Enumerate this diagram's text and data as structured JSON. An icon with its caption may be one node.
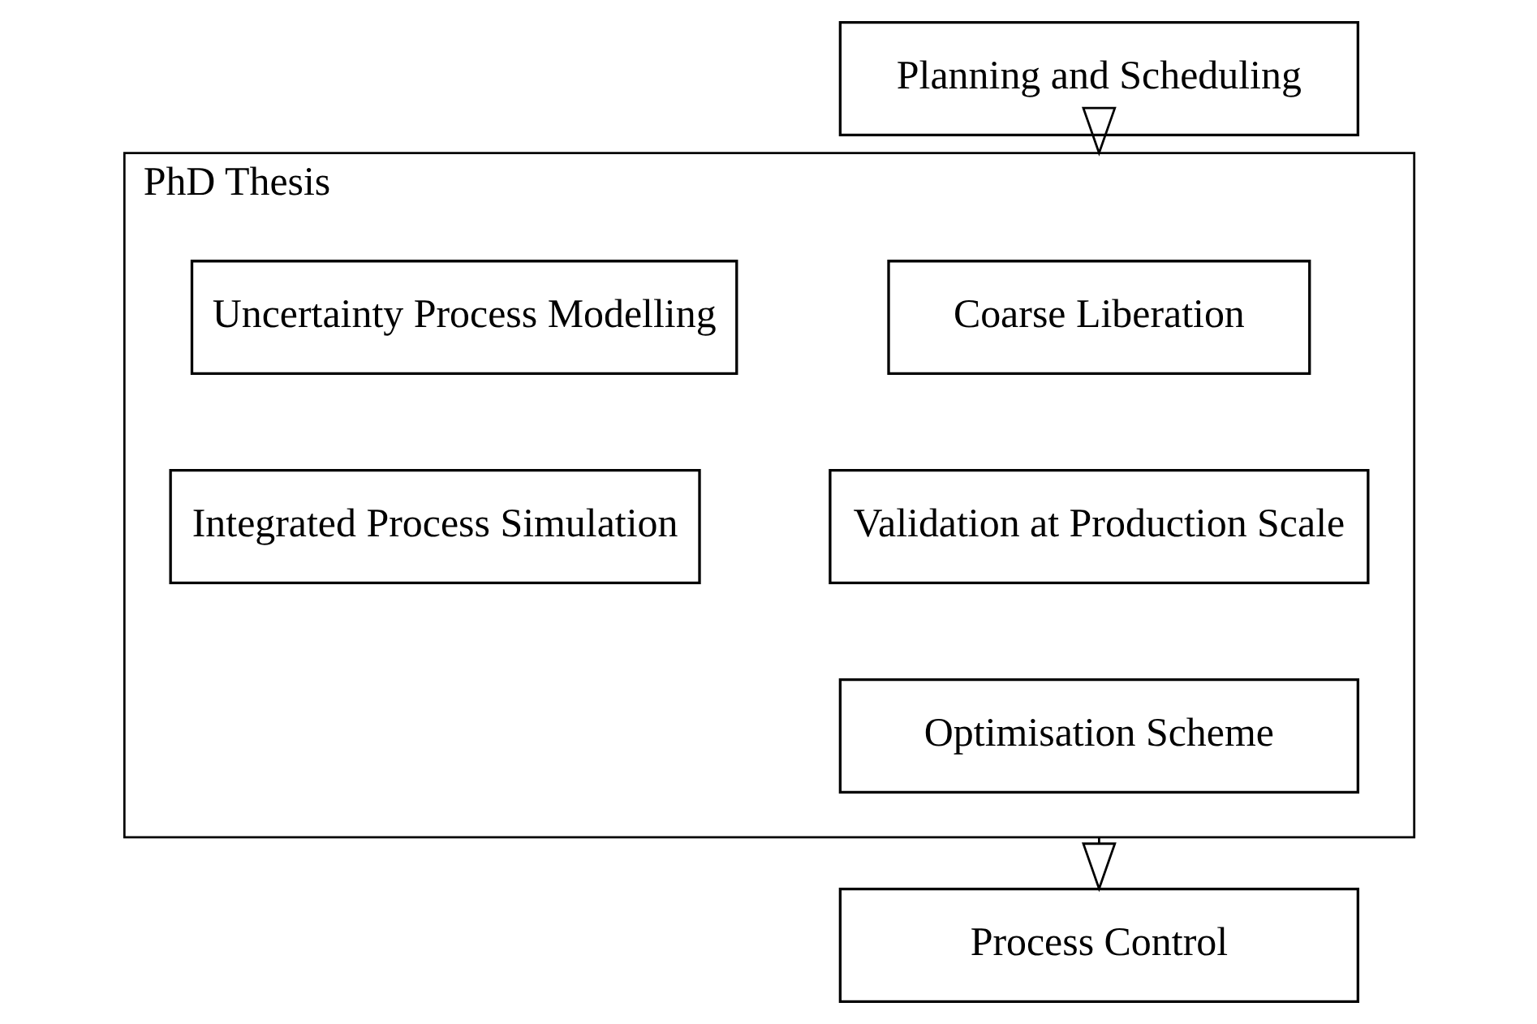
{
  "diagram": {
    "nodes": [
      {
        "text": [
          "Planning and Scheduling"
        ]
      },
      {
        "text": [
          "PhD Thesis"
        ]
      },
      {
        "text": [
          "Coarse Liberation"
        ],
        "in": 1
      },
      {
        "text": [
          "Uncertainty Process Modelling"
        ],
        "in": 1
      },
      {
        "text": [
          "Validation at Production Scale"
        ],
        "in": 1
      },
      {
        "text": [
          "Integrated Process Simulation"
        ],
        "in": 1
      },
      {
        "text": [
          "Optimisation Scheme"
        ],
        "in": 1
      },
      {
        "text": [
          "Process Control"
        ]
      }
    ],
    "edges": [
      {
        "from": 0,
        "to": 1,
        "arrow": "to"
      },
      {
        "from": 1,
        "to": 7,
        "arrow": "to"
      }
    ]
  }
}
